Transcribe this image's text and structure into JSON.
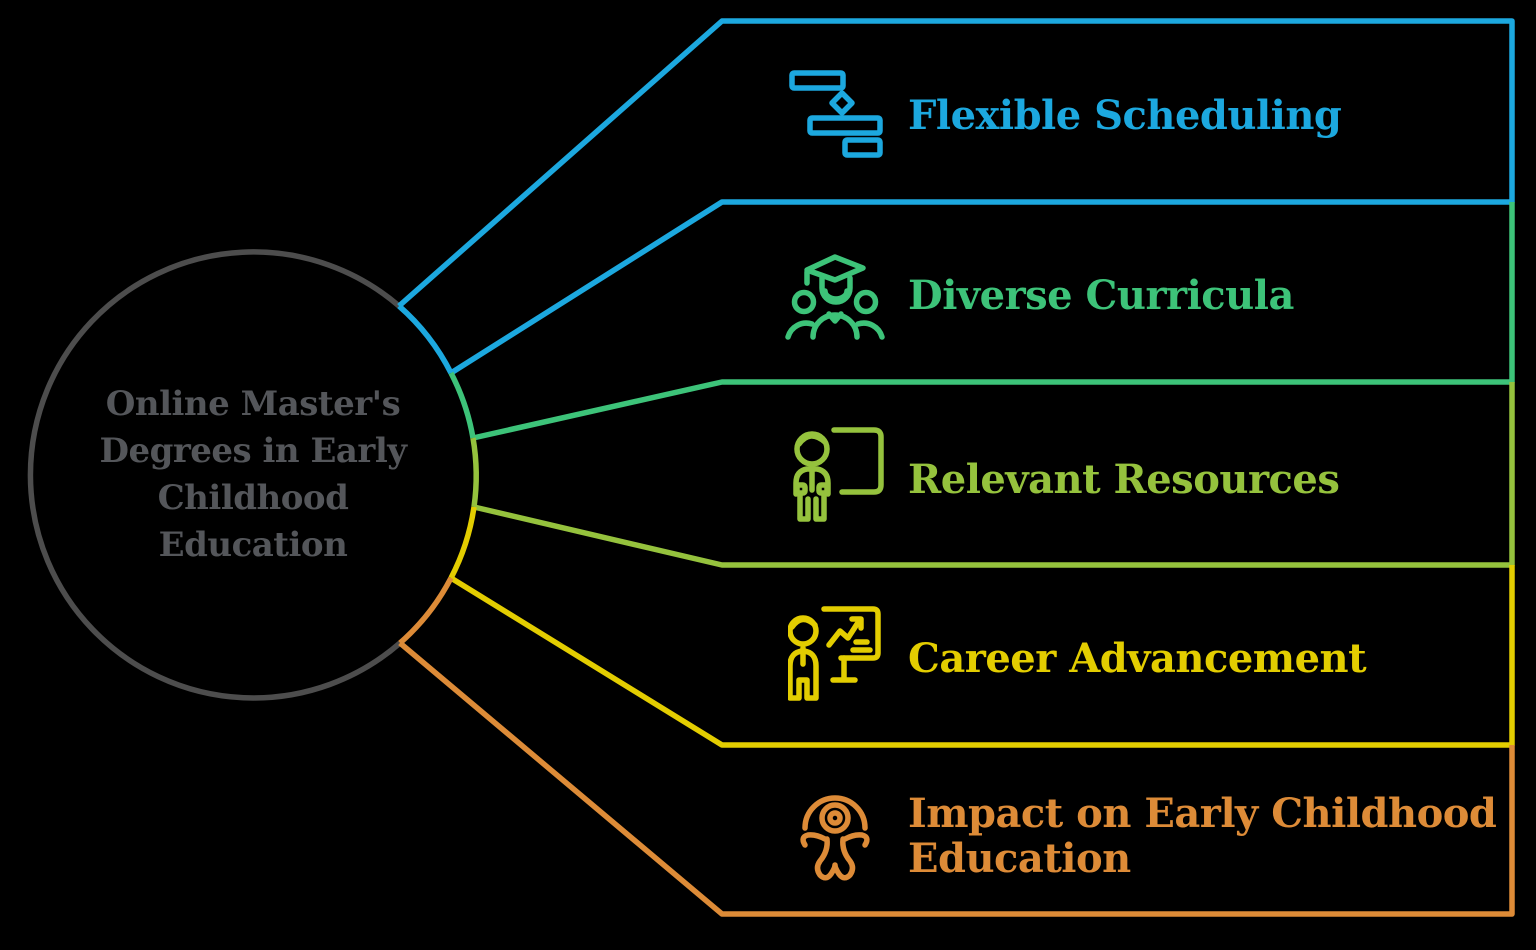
{
  "background_color": "#000000",
  "center": {
    "title": "Online Master's\nDegrees in Early\nChildhood\nEducation",
    "text_color": "#54565A",
    "ring_color": "#4D4D4D"
  },
  "branches": [
    {
      "label": "Flexible Scheduling",
      "color": "#1CA8DF",
      "icon": "flowchart-schedule-icon"
    },
    {
      "label": "Diverse Curricula",
      "color": "#3DC379",
      "icon": "graduate-group-icon"
    },
    {
      "label": "Relevant Resources",
      "color": "#95C23D",
      "icon": "presenter-whiteboard-icon"
    },
    {
      "label": "Career Advancement",
      "color": "#E3CD00",
      "icon": "growth-chart-presentation-icon"
    },
    {
      "label": "Impact on Early Childhood\nEducation",
      "color": "#DD8B37",
      "icon": "child-figure-icon"
    }
  ]
}
